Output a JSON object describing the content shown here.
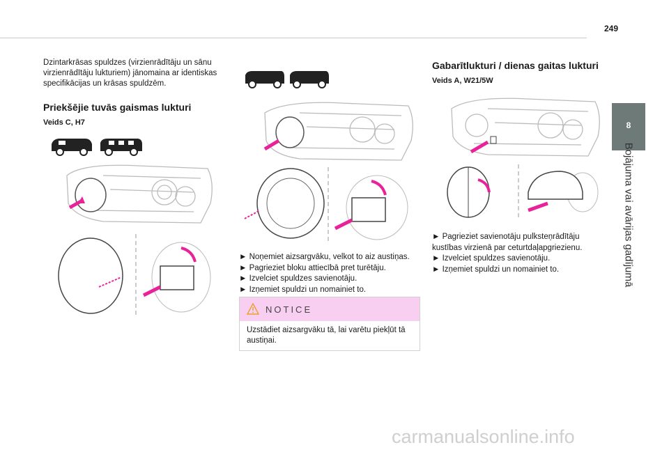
{
  "page": {
    "number": "249",
    "chapter_number": "8",
    "chapter_title": "Bojājuma vai avārijas gadījumā",
    "watermark": "carmanualsonline.info"
  },
  "left": {
    "intro": [
      "Dzintarkrāsas spuldzes (virzienrādītāju un sānu",
      "virzienrādītāju lukturiem) jānomaina ar identiskas",
      "specifikācijas un krāsas spuldzēm."
    ],
    "heading": "Priekšējie tuvās gaismas lukturi",
    "subheading": "Veids C, H7"
  },
  "middle": {
    "steps": [
      "► Noņemiet aizsargvāku, velkot to aiz austiņas.",
      "►  Pagrieziet bloku attiecībā pret turētāju.",
      "► Izvelciet spuldzes savienotāju.",
      "► Izņemiet spuldzi un nomainiet to."
    ],
    "notice_title": "NOTICE",
    "notice_text": [
      "Uzstādiet aizsargvāku tā, lai varētu piekļūt tā",
      "austiņai."
    ]
  },
  "right": {
    "heading": "Gabarītlukturi / dienas gaitas lukturi",
    "subheading": "Veids A, W21/5W",
    "steps": [
      "► Pagrieziet savienotāju pulksteņrādītāju",
      "kustības virzienā par ceturtdaļapgriezienu.",
      "► Izvelciet spuldzes savienotāju.",
      "► Izņemiet spuldzi un nomainiet to."
    ]
  },
  "colors": {
    "accent": "#e8239a",
    "tab": "#6d7a78",
    "notice_bg": "#f8cff1"
  },
  "icons": [
    "van-icon",
    "warning-icon",
    "arrow-icon"
  ]
}
